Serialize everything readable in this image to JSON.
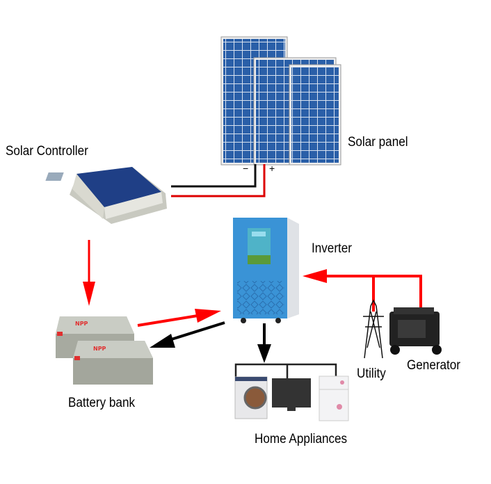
{
  "labels": {
    "solar_controller": "Solar Controller",
    "solar_panel": "Solar panel",
    "inverter": "Inverter",
    "battery_bank": "Battery bank",
    "utility": "Utility",
    "generator": "Generator",
    "home_appliances": "Home Appliances",
    "panel_negative": "−",
    "panel_positive": "+"
  },
  "battery_logo": "NPP",
  "colors": {
    "power_flow": "#ff0000",
    "output_flow": "#000000",
    "panel_blue": "#2a5fa8",
    "inverter_blue": "#3a93d6",
    "controller_blue": "#1f3f86"
  }
}
